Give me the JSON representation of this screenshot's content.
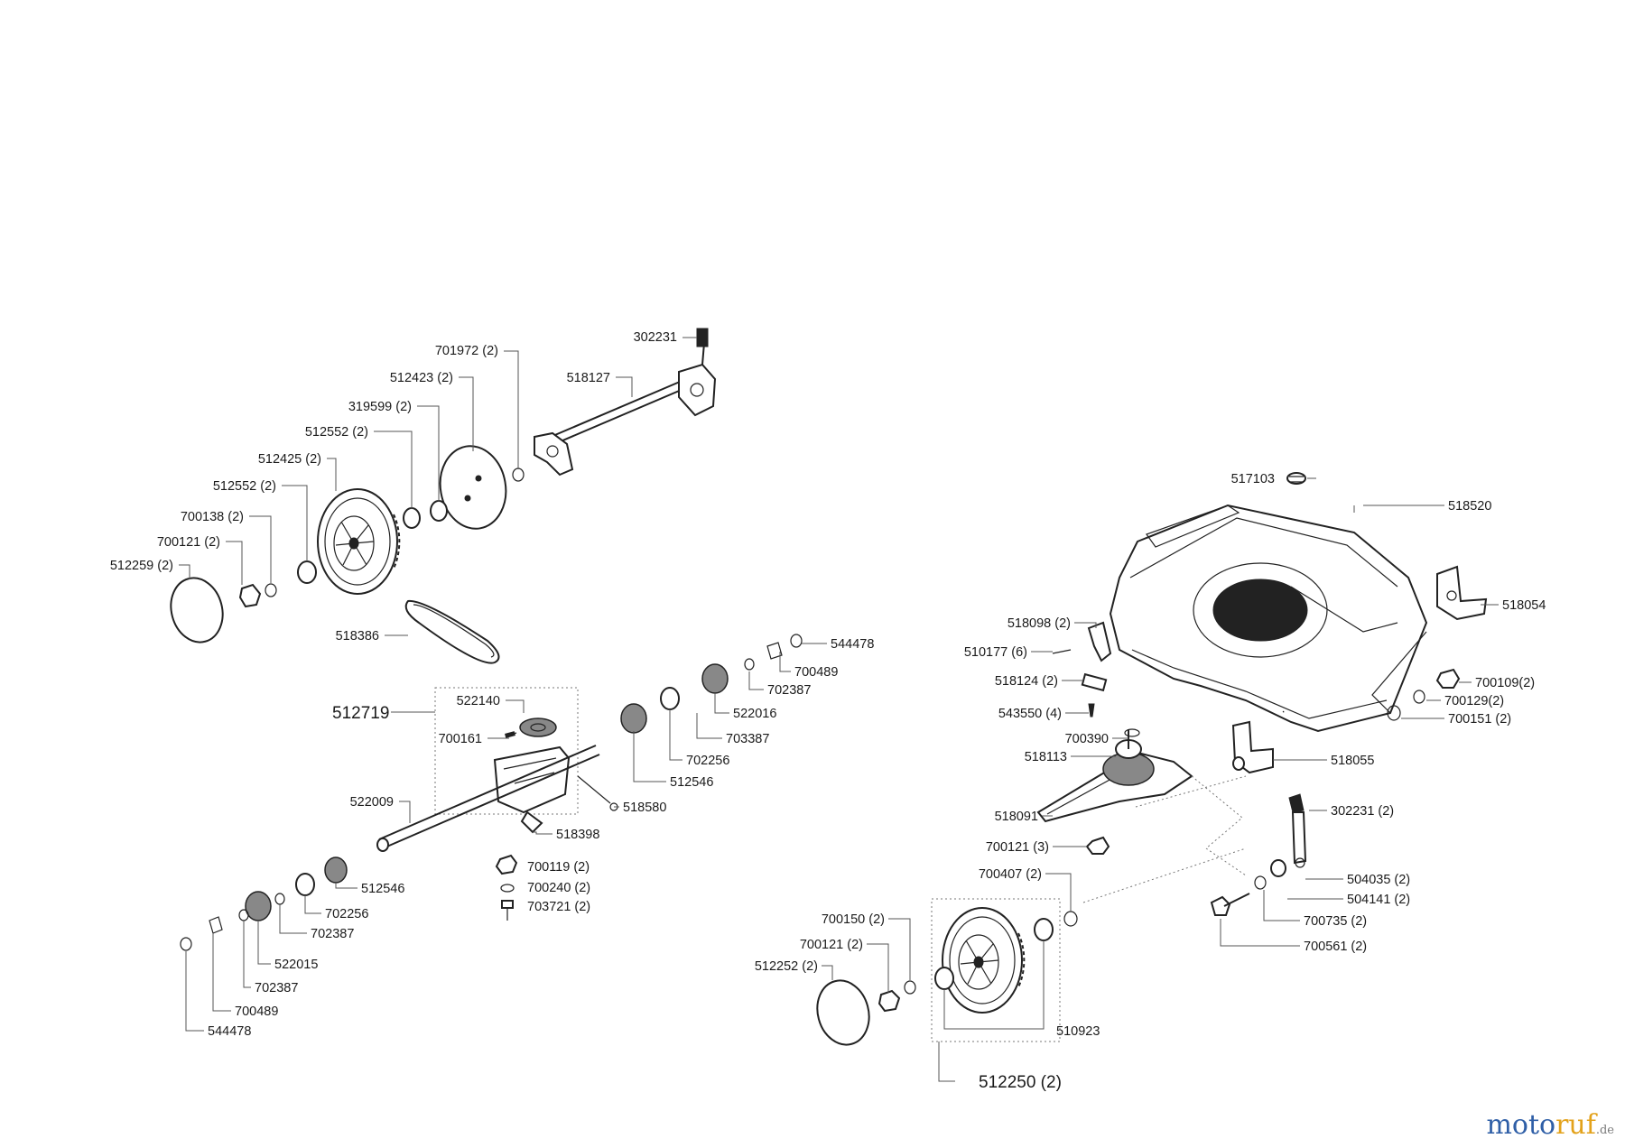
{
  "diagram": {
    "labels": [
      {
        "text": "302231"
      },
      {
        "text": "701972 (2)"
      },
      {
        "text": "518127"
      },
      {
        "text": "512423 (2)"
      },
      {
        "text": "319599 (2)"
      },
      {
        "text": "512552 (2)"
      },
      {
        "text": "512425 (2)"
      },
      {
        "text": "512552 (2)"
      },
      {
        "text": "700138 (2)"
      },
      {
        "text": "700121 (2)"
      },
      {
        "text": "512259 (2)"
      },
      {
        "text": "518386"
      },
      {
        "text": "544478"
      },
      {
        "text": "700489"
      },
      {
        "text": "702387"
      },
      {
        "text": "522016"
      },
      {
        "text": "703387"
      },
      {
        "text": "702256"
      },
      {
        "text": "512546"
      },
      {
        "text": "522140"
      },
      {
        "text": "700161"
      },
      {
        "text": "522009"
      },
      {
        "text": "518580"
      },
      {
        "text": "518398"
      },
      {
        "text": "700119 (2)"
      },
      {
        "text": "700240 (2)"
      },
      {
        "text": "703721 (2)"
      },
      {
        "text": "512546"
      },
      {
        "text": "702256"
      },
      {
        "text": "702387"
      },
      {
        "text": "522015"
      },
      {
        "text": "702387"
      },
      {
        "text": "700489"
      },
      {
        "text": "544478"
      },
      {
        "text": "517103"
      },
      {
        "text": "518520"
      },
      {
        "text": "518054"
      },
      {
        "text": "518098 (2)"
      },
      {
        "text": "510177 (6)"
      },
      {
        "text": "518124 (2)"
      },
      {
        "text": "543550 (4)"
      },
      {
        "text": "700109(2)"
      },
      {
        "text": "700129(2)"
      },
      {
        "text": "700151 (2)"
      },
      {
        "text": "700390"
      },
      {
        "text": "518113"
      },
      {
        "text": "518055"
      },
      {
        "text": "518091"
      },
      {
        "text": "302231 (2)"
      },
      {
        "text": "700121 (3)"
      },
      {
        "text": "700407 (2)"
      },
      {
        "text": "504035 (2)"
      },
      {
        "text": "504141 (2)"
      },
      {
        "text": "700735 (2)"
      },
      {
        "text": "700561 (2)"
      },
      {
        "text": "700150 (2)"
      },
      {
        "text": "700121 (2)"
      },
      {
        "text": "512252 (2)"
      },
      {
        "text": "510923"
      }
    ],
    "assemblies": [
      {
        "text": "512719"
      },
      {
        "text": "512250 (2)"
      }
    ]
  },
  "watermark": {
    "part1": "moto",
    "part2": "ruf",
    "suffix": ".de"
  }
}
